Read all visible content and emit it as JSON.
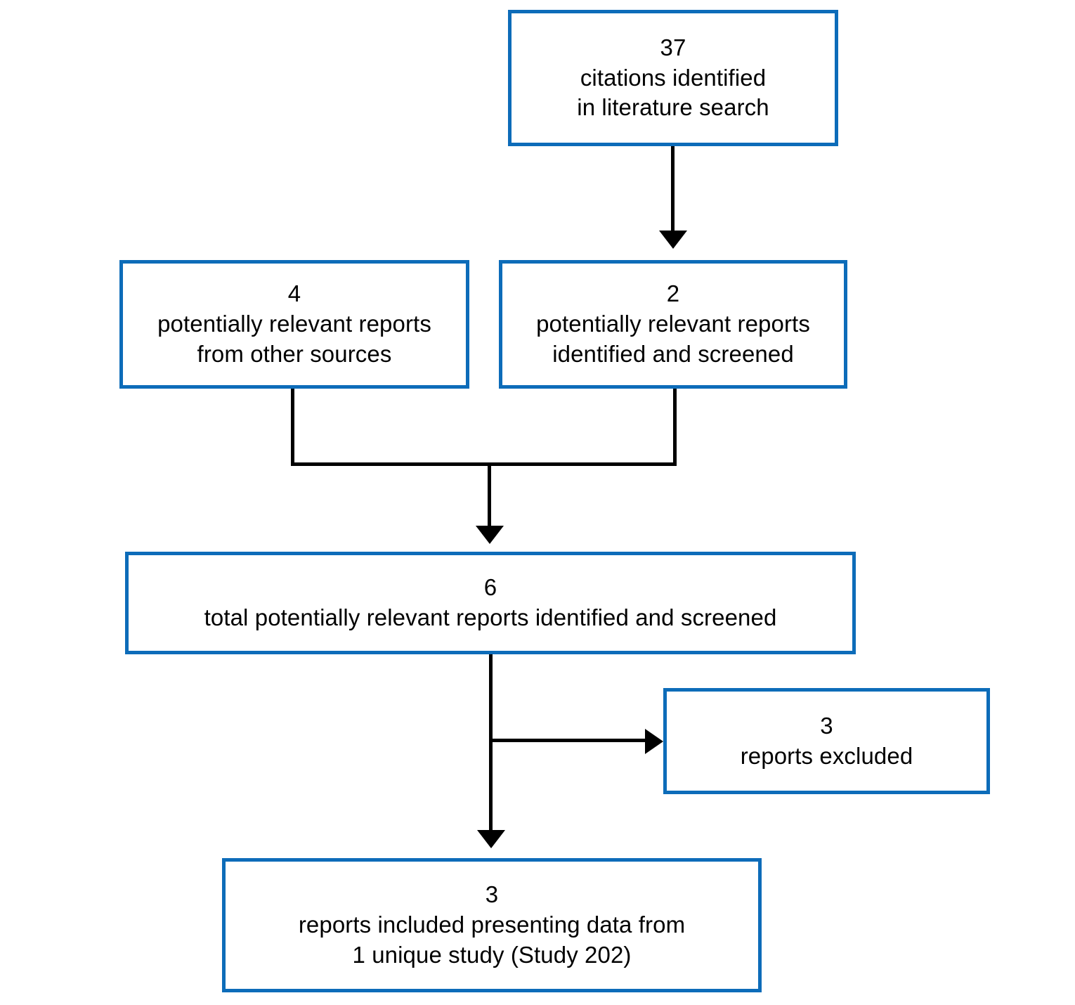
{
  "diagram": {
    "type": "prisma-flow-diagram",
    "accent_color": "#0d6cb9",
    "connector_color": "#000000",
    "background_color": "#ffffff",
    "boxes": [
      {
        "id": "identified",
        "count": "37",
        "line1": "citations identified",
        "line2": "in literature search"
      },
      {
        "id": "other_sources",
        "count": "4",
        "line1": "potentially relevant reports",
        "line2": "from other sources"
      },
      {
        "id": "screened",
        "count": "2",
        "line1": "potentially relevant reports",
        "line2": "identified and screened"
      },
      {
        "id": "total_screened",
        "count": "6",
        "line1": "total potentially relevant reports identified and screened",
        "line2": ""
      },
      {
        "id": "excluded",
        "count": "3",
        "line1": "reports excluded",
        "line2": ""
      },
      {
        "id": "included",
        "count": "3",
        "line1": "reports included presenting data from",
        "line2": "1 unique study (Study 202)"
      }
    ],
    "connectors": [
      {
        "id": "identified-to-screened",
        "kind": "arrow-down"
      },
      {
        "id": "other-sources-merge-stub",
        "kind": "line-down"
      },
      {
        "id": "screened-merge-stub",
        "kind": "line-down"
      },
      {
        "id": "merge-bar",
        "kind": "line-horizontal"
      },
      {
        "id": "merge-to-total-screened",
        "kind": "arrow-down"
      },
      {
        "id": "total-screened-to-included",
        "kind": "arrow-down"
      },
      {
        "id": "total-screened-to-excluded",
        "kind": "arrow-right"
      }
    ]
  }
}
